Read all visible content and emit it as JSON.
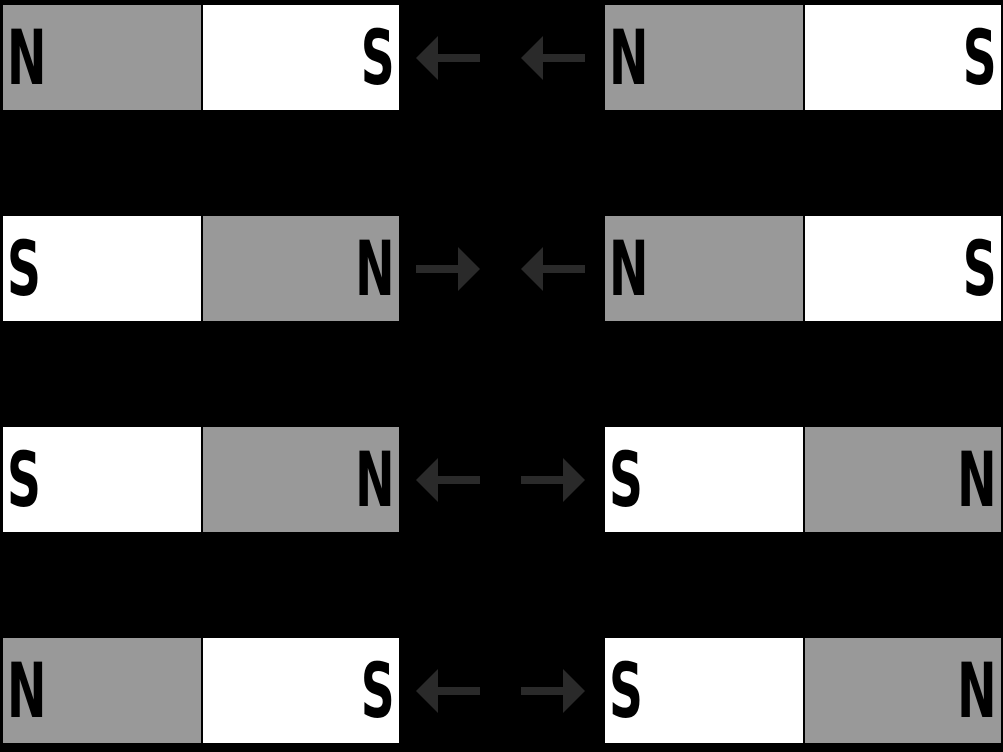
{
  "colors": {
    "background": "#000000",
    "north": "#999999",
    "south": "#ffffff",
    "arrow": "#2a2a2a"
  },
  "rows": [
    {
      "left": {
        "poles": [
          "N",
          "S"
        ]
      },
      "arrows": [
        "left",
        "left"
      ],
      "right": {
        "poles": [
          "N",
          "S"
        ]
      }
    },
    {
      "left": {
        "poles": [
          "S",
          "N"
        ]
      },
      "arrows": [
        "right",
        "left"
      ],
      "right": {
        "poles": [
          "N",
          "S"
        ]
      }
    },
    {
      "left": {
        "poles": [
          "S",
          "N"
        ]
      },
      "arrows": [
        "left",
        "right"
      ],
      "right": {
        "poles": [
          "S",
          "N"
        ]
      }
    },
    {
      "left": {
        "poles": [
          "N",
          "S"
        ]
      },
      "arrows": [
        "left",
        "right"
      ],
      "right": {
        "poles": [
          "S",
          "N"
        ]
      }
    }
  ]
}
